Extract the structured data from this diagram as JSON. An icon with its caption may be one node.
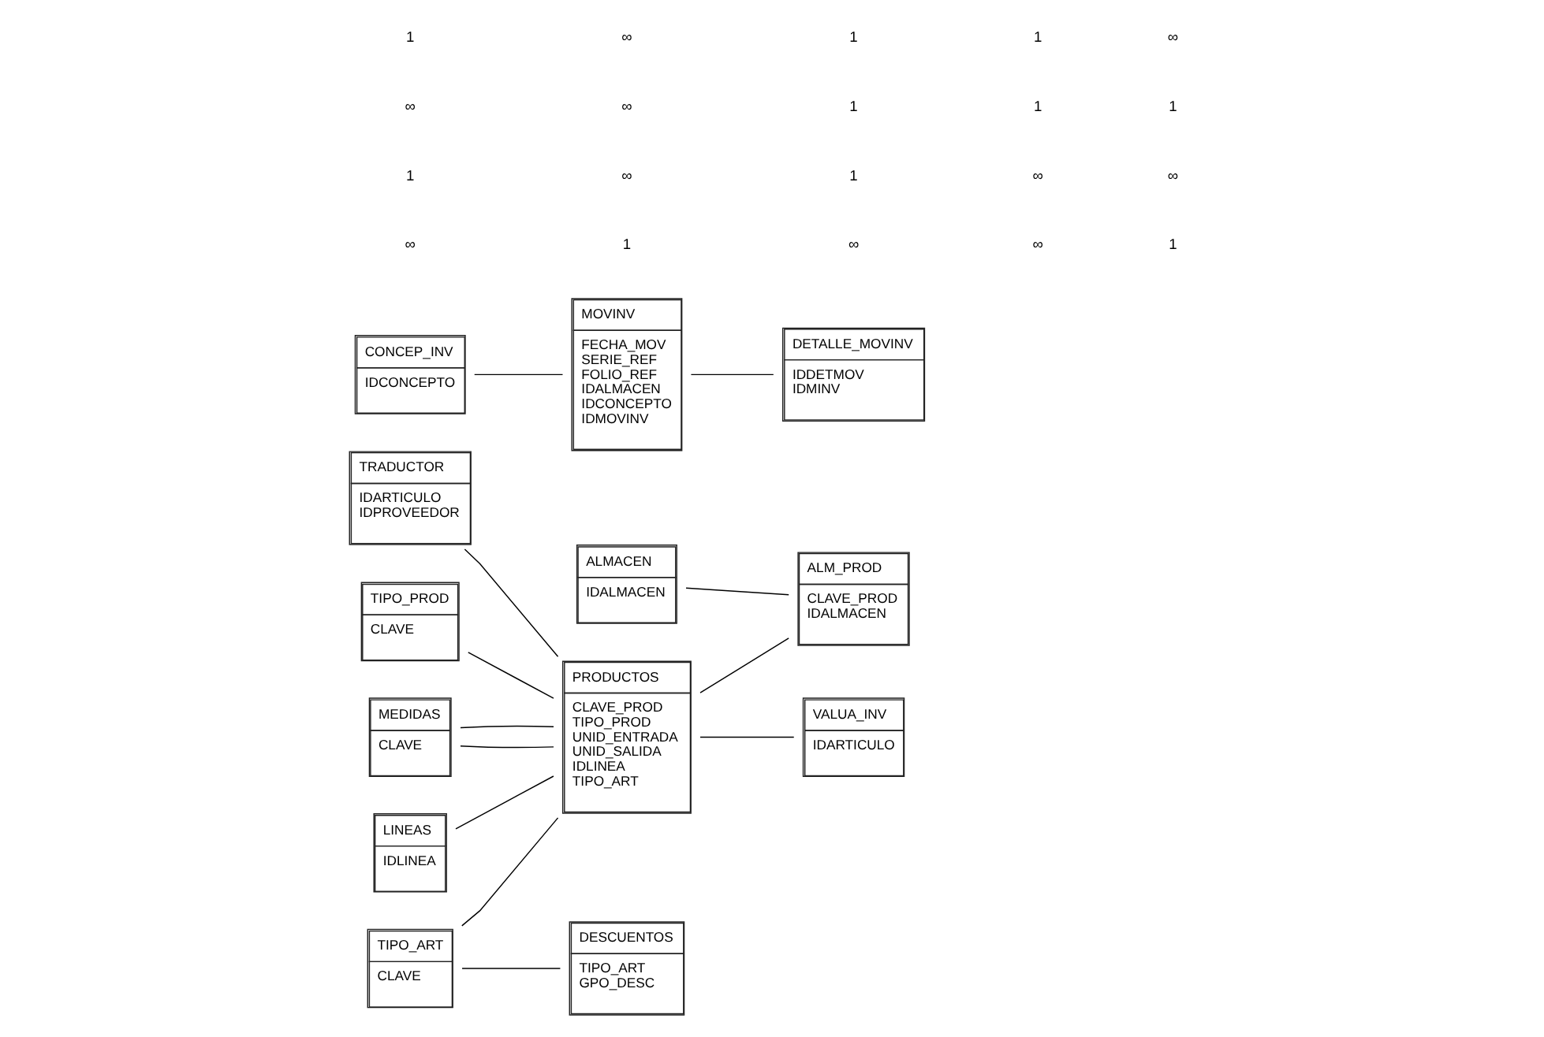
{
  "diagram": {
    "nodes": [
      {
        "text": [
          "TRADUCTOR",
          "IDARTICULO",
          "IDPROVEEDOR"
        ]
      },
      {
        "text": [
          "PRODUCTOS",
          "CLAVE_PROD",
          "TIPO_PROD",
          "UNID_ENTRADA",
          "UNID_SALIDA",
          "IDLINEA",
          "TIPO_ART"
        ]
      },
      {
        "text": [
          "ALMACEN",
          "IDALMACEN"
        ]
      },
      {
        "text": [
          "ALM_PROD",
          "CLAVE_PROD",
          "IDALMACEN"
        ]
      },
      {
        "text": [
          "VALUA_INV",
          "IDARTICULO"
        ]
      },
      {
        "text": [
          "TIPO_PROD",
          "CLAVE"
        ]
      },
      {
        "text": [
          "MEDIDAS",
          "CLAVE"
        ]
      },
      {
        "text": [
          "TIPO_ART",
          "CLAVE"
        ]
      },
      {
        "text": [
          "MOVINV",
          "FECHA_MOV",
          "SERIE_REF",
          "FOLIO_REF",
          "IDALMACEN",
          "IDCONCEPTO",
          "IDMOVINV"
        ]
      },
      {
        "text": [
          "CONCEP_INV",
          "IDCONCEPTO"
        ]
      },
      {
        "text": [
          "DESCUENTOS",
          "TIPO_ART",
          "GPO_DESC"
        ]
      },
      {
        "text": [
          "LINEAS",
          "IDLINEA"
        ]
      },
      {
        "text": [
          "DETALLE_MOVINV",
          "IDDETMOV",
          "IDMINV"
        ]
      }
    ],
    "edges": [
      {
        "from": 0,
        "to": 1,
        "arrow": "none"
      },
      {
        "from": 1,
        "to": 3,
        "arrow": "none"
      },
      {
        "from": 2,
        "to": 3,
        "arrow": "none"
      },
      {
        "from": 1,
        "to": 4,
        "arrow": "none"
      },
      {
        "from": 5,
        "to": 1,
        "arrow": "none"
      },
      {
        "from": 6,
        "to": 1,
        "arrow": "none"
      },
      {
        "from": 6,
        "to": 1,
        "arrow": "none"
      },
      {
        "from": 11,
        "to": 1,
        "arrow": "none"
      },
      {
        "from": 7,
        "to": 1,
        "arrow": "none"
      },
      {
        "from": 7,
        "to": 10,
        "arrow": "none"
      },
      {
        "from": 9,
        "to": 8,
        "arrow": "none"
      },
      {
        "from": 8,
        "to": 12,
        "arrow": "none"
      }
    ],
    "labels": [
      "∞",
      "1",
      "∞",
      "∞",
      "1",
      "1",
      "∞",
      "1",
      "∞",
      "∞",
      "∞",
      "∞",
      "1",
      "1",
      "1",
      "1",
      "∞",
      "1",
      "1",
      "∞"
    ]
  }
}
